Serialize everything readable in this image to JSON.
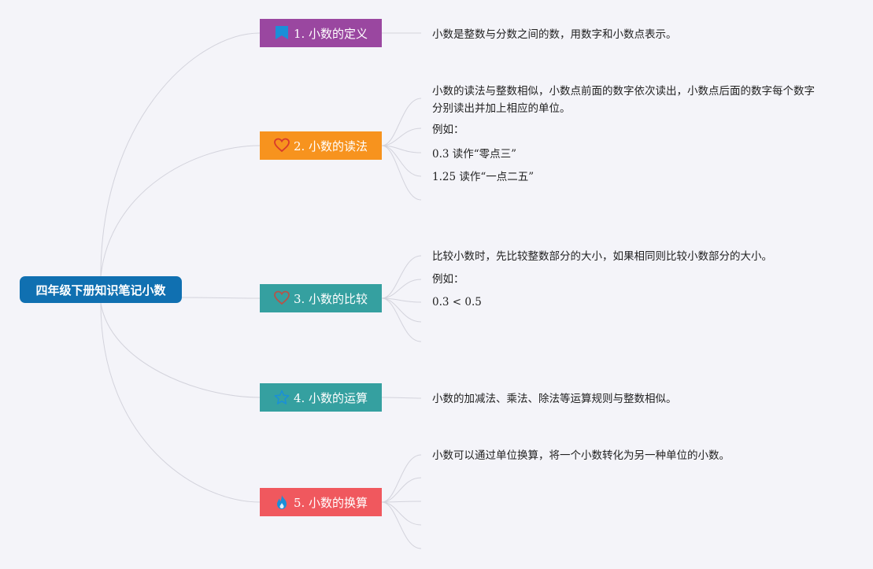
{
  "root": {
    "label": "四年级下册知识笔记小数"
  },
  "topics": [
    {
      "label": "1. 小数的定义",
      "color": "#9a47a0",
      "icon": "flag-icon",
      "notes": [
        "小数是整数与分数之间的数，用数字和小数点表示。"
      ]
    },
    {
      "label": "2. 小数的读法",
      "color": "#f7931e",
      "icon": "heart-icon",
      "notes": [
        "小数的读法与整数相似，小数点前面的数字依次读出，小数点后面的数字每个数字分别读出并加上相应的单位。",
        "例如：",
        "0.3 读作“零点三”",
        "1.25 读作“一点二五”"
      ]
    },
    {
      "label": "3. 小数的比较",
      "color": "#35a0a0",
      "icon": "heart-icon",
      "notes": [
        "比较小数时，先比较整数部分的大小，如果相同则比较小数部分的大小。",
        "例如：",
        "0.3 < 0.5"
      ]
    },
    {
      "label": "4. 小数的运算",
      "color": "#35a0a0",
      "icon": "star-icon",
      "notes": [
        "小数的加减法、乘法、除法等运算规则与整数相似。"
      ]
    },
    {
      "label": "5. 小数的换算",
      "color": "#f0585e",
      "icon": "fire-icon",
      "notes": [
        "小数可以通过单位换算，将一个小数转化为另一种单位的小数。"
      ]
    }
  ]
}
